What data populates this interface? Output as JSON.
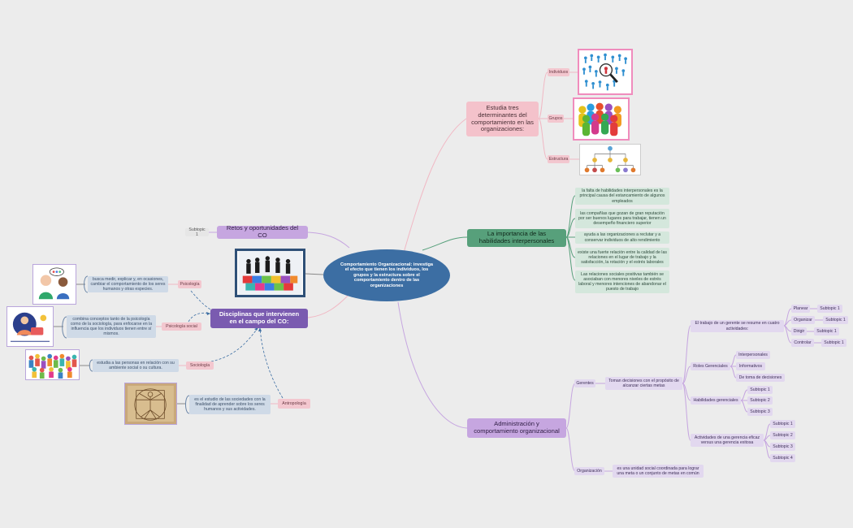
{
  "center": "Comportamiento Organizacional: investiga el efecto que tienen los individuos, los grupos y la estructura sobre el comportamiento dentro de las organizaciones",
  "right": {
    "estudia": {
      "label": "Estudia tres determinantes del comportamiento en las organizaciones:",
      "items": [
        "Individuos",
        "Grupos",
        "Estructura"
      ]
    },
    "importancia": {
      "label": "La importancia de las habilidades interpersonales",
      "notes": [
        "la falta de habilidades interpersonales es la principal causa del estancamiento de algunos empleados",
        "las compañías que gozan de gran reputación por ser buenos lugares para trabajar, tienen un desempeño financiero superior",
        "ayuda a las organizaciones a reclutar y a conservar individuos de alto rendimiento",
        "existe una fuerte relación entre la calidad de las relaciones en el lugar de trabajo y la satisfacción, la rotación y el estrés laborales",
        "Las relaciones sociales positivas también se asociaban con menores niveles de estrés laboral y menores intenciones de abandonar el puesto de trabajo"
      ]
    },
    "admin": {
      "label": "Administración y comportamiento organizacional",
      "gerentes": "Gerentes",
      "gerentes_desc": "Toman decisiones con el propósito de alcanzar ciertas metas",
      "trabajo": "El trabajo de un gerente se resume en cuatro actividades:",
      "trabajo_items": [
        "Planear",
        "Organizar",
        "Dirigir",
        "Controlar"
      ],
      "roles": "Roles Gerenciales",
      "roles_items": [
        "Interpersonales",
        "Informativos",
        "De toma de decisiones"
      ],
      "habilidades": "Habilidades gerenciales",
      "actividades": "Actividades de una gerencia eficaz versus una gerencia exitosa",
      "subtopic": [
        "Subtopic 1",
        "Subtopic 2",
        "Subtopic 3",
        "Subtopic 4"
      ],
      "organizacion": "Organización",
      "organizacion_desc": "es una unidad social coordinada para lograr una meta o un conjunto de metas en común"
    }
  },
  "left": {
    "retos": {
      "label": "Retos y oportunidades del CO",
      "sub": "Subtopic 1"
    },
    "disciplinas": {
      "label": "Disciplinas que intervienen en el campo del CO:",
      "items": [
        {
          "name": "Psicología",
          "desc": "busca medir, explicar y, en ocasiones, cambiar el comportamiento de los seres humanos y otras especies."
        },
        {
          "name": "Psicología social",
          "desc": "combina conceptos tanto de la psicología como de la sociología, para enfocarse en la influencia que los individuos tienen entre sí mismos."
        },
        {
          "name": "Sociología",
          "desc": "estudia a las personas en relación con su ambiente social o su cultura."
        },
        {
          "name": "Antropología",
          "desc": "es el estudio de las sociedades con la finalidad de aprender sobre los seres humanos y sus actividades."
        }
      ]
    }
  },
  "colors": {
    "background": "#ececec",
    "center": "#3c6ea3",
    "pink": "#f4c2cb",
    "green": "#57a07b",
    "purple": "#c6a6e0",
    "dark_purple": "#7a5bb0"
  }
}
